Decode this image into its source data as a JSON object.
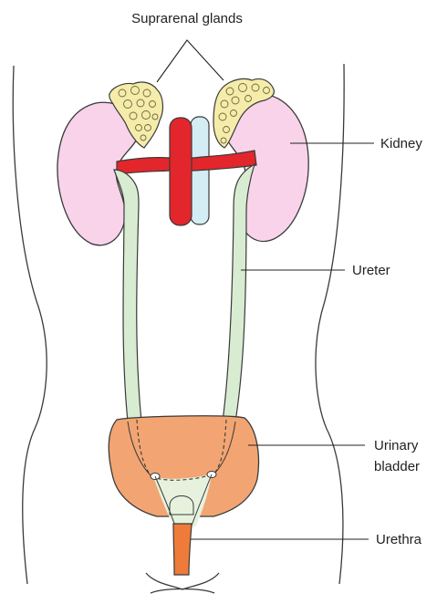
{
  "labels": {
    "suprarenal": "Suprarenal glands",
    "kidney": "Kidney",
    "ureter": "Ureter",
    "bladder_line1": "Urinary",
    "bladder_line2": "bladder",
    "urethra": "Urethra"
  },
  "colors": {
    "kidney": "#f8d3ea",
    "gland": "#f6ecaa",
    "artery": "#e3262b",
    "vein": "#d4ecf4",
    "ureter": "#d8ecd2",
    "bladder": "#f2a572",
    "urethra": "#ee7b3a",
    "outline": "#3a3a3a"
  }
}
